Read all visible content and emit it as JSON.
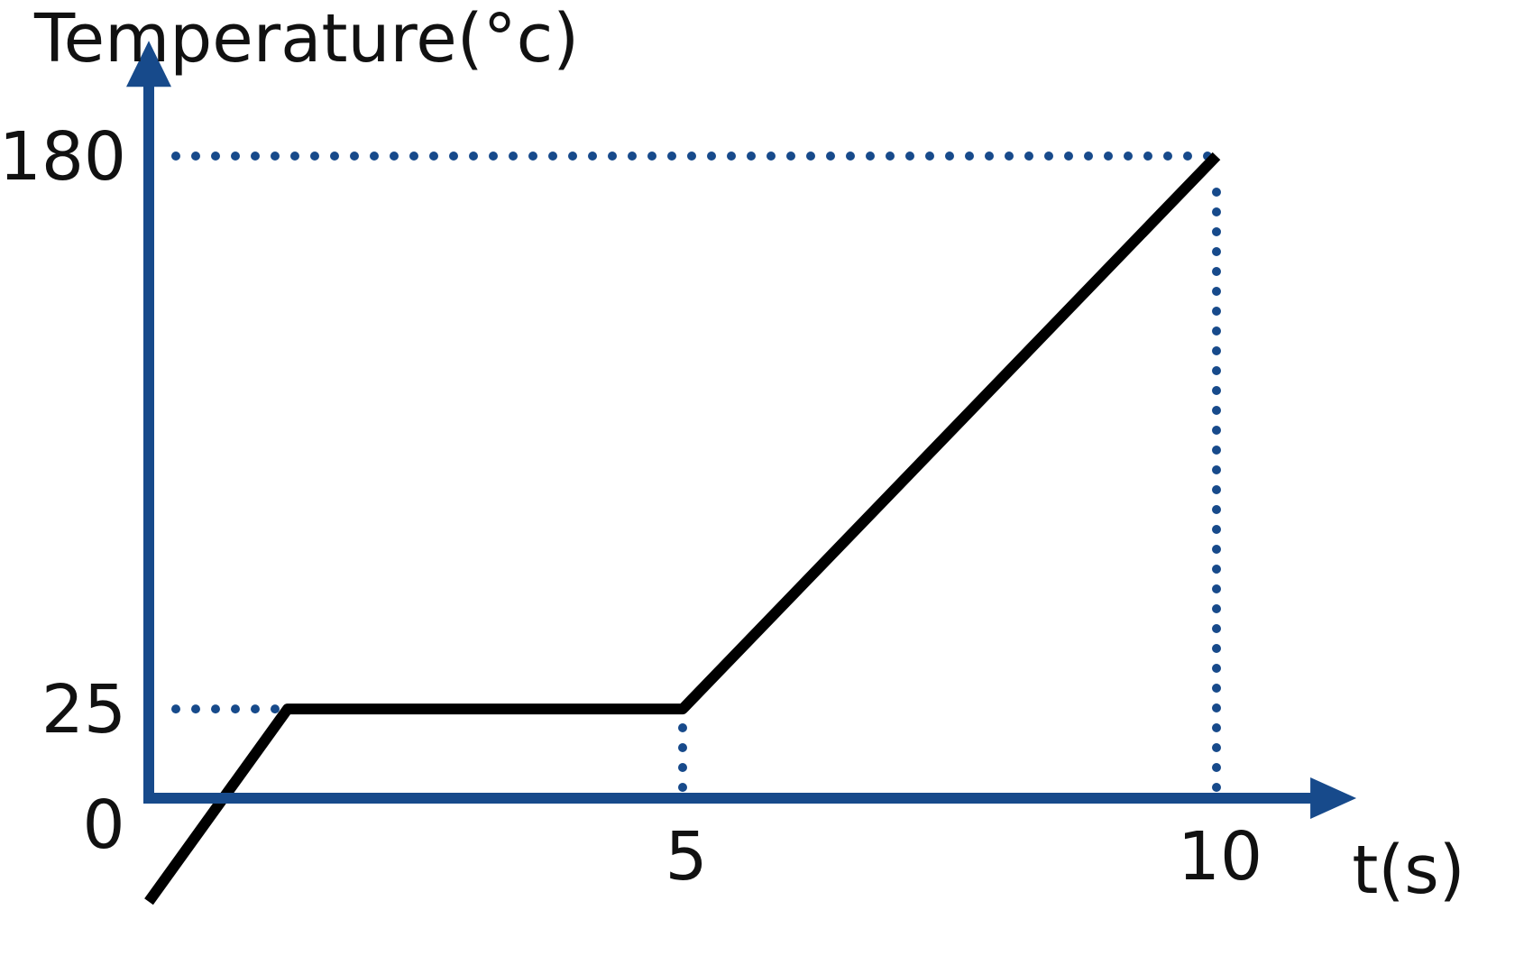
{
  "chart_data": {
    "type": "line",
    "title": "",
    "ylabel": "Temperature(°c)",
    "xlabel": "t(s)",
    "xlim": [
      0,
      11.2
    ],
    "ylim": [
      0,
      209
    ],
    "x_ticks": [
      {
        "value": 0,
        "label": "0"
      },
      {
        "value": 5,
        "label": "5"
      },
      {
        "value": 10,
        "label": "10"
      }
    ],
    "y_ticks": [
      {
        "value": 25,
        "label": "25"
      },
      {
        "value": 180,
        "label": "180"
      }
    ],
    "series": [
      {
        "x": [
          0,
          1.3,
          5,
          10
        ],
        "y": [
          -29,
          25,
          25,
          180
        ]
      }
    ],
    "reference_lines": [
      {
        "orientation": "horizontal",
        "value": 180,
        "from": 0,
        "to": 10
      },
      {
        "orientation": "horizontal",
        "value": 25,
        "from": 0,
        "to": 1.3
      },
      {
        "orientation": "vertical",
        "value": 5,
        "from": 0,
        "to": 25
      },
      {
        "orientation": "vertical",
        "value": 10,
        "from": 0,
        "to": 180
      }
    ],
    "grid": false,
    "legend": "none",
    "colors": {
      "axis": "#174a8b",
      "line": "#000000",
      "reference": "#174a8b",
      "text": "#111111"
    }
  }
}
